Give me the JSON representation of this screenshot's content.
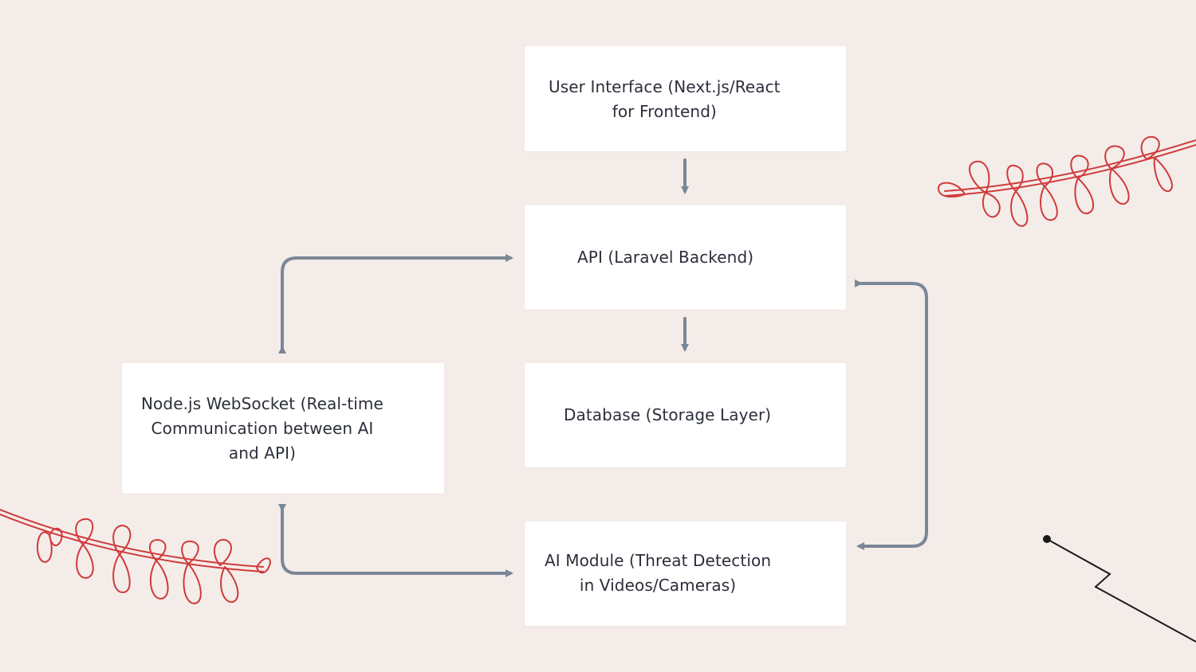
{
  "diagram": {
    "nodes": {
      "ui": {
        "label": "User Interface (Next.js/React\nfor Frontend)"
      },
      "api": {
        "label": "API (Laravel Backend)"
      },
      "database": {
        "label": "Database (Storage Layer)"
      },
      "ai": {
        "label": "AI Module (Threat Detection\nin Videos/Cameras)"
      },
      "websocket": {
        "label": "Node.js WebSocket (Real-time\nCommunication between AI\nand API)"
      }
    },
    "edges": [
      {
        "from": "User Interface",
        "to": "API",
        "direction": "one-way"
      },
      {
        "from": "API",
        "to": "Database",
        "direction": "one-way"
      },
      {
        "from": "API",
        "to": "Node.js WebSocket",
        "direction": "two-way"
      },
      {
        "from": "Node.js WebSocket",
        "to": "AI Module",
        "direction": "two-way"
      },
      {
        "from": "AI Module",
        "to": "API",
        "direction": "two-way"
      }
    ]
  },
  "colors": {
    "background": "#f4ece9",
    "box": "#ffffff",
    "text": "#2b2f3a",
    "connector": "#7a8796",
    "ornament": "#cf3a3a",
    "decor_line": "#1a1a1a"
  }
}
